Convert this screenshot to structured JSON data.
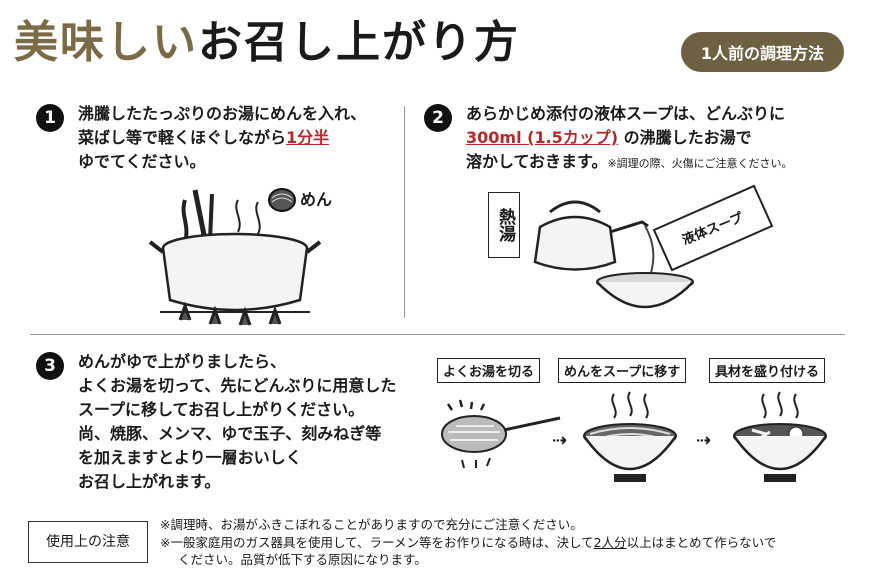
{
  "header": {
    "title_part1": "美味しい",
    "title_part2": "お召し上がり方",
    "badge": "1人前の調理方法"
  },
  "step1": {
    "number": "1",
    "line1": "沸騰したたっぷりのお湯にめんを入れ、",
    "line2a": "菜ばし等で軽くほぐしながら",
    "line2b": "1分半",
    "line3": "ゆでてください。",
    "label_men": "めん"
  },
  "step2": {
    "number": "2",
    "line1": "あらかじめ添付の液体スープは、どんぶりに",
    "line2a": "300ml (1.5カップ)",
    "line2b": " の沸騰したお湯で",
    "line3": "溶かしておきます。",
    "line3_note": "※調理の際、火傷にご注意ください。",
    "label_netto": "熱湯",
    "label_soup": "液体スープ"
  },
  "step3": {
    "number": "3",
    "lines": [
      "めんがゆで上がりましたら、",
      "よくお湯を切って、先にどんぶりに用意した",
      "スープに移してお召し上がりください。",
      "尚、焼豚、メンマ、ゆで玉子、刻みねぎ等",
      "を加えますとより一層おいしく",
      "お召し上がれます。"
    ],
    "tags": [
      "よくお湯を切る",
      "めんをスープに移す",
      "具材を盛り付ける"
    ]
  },
  "notice": {
    "label": "使用上の注意",
    "line1": "※調理時、お湯がふきこぼれることがありますので充分にご注意ください。",
    "line2a": "※一般家庭用のガス器具を使用して、ラーメン等をお作りになる時は、決して",
    "line2b": "2人分",
    "line2c": "以上はまとめて作らないで",
    "line3": "ください。品質が低下する原因になります。"
  }
}
